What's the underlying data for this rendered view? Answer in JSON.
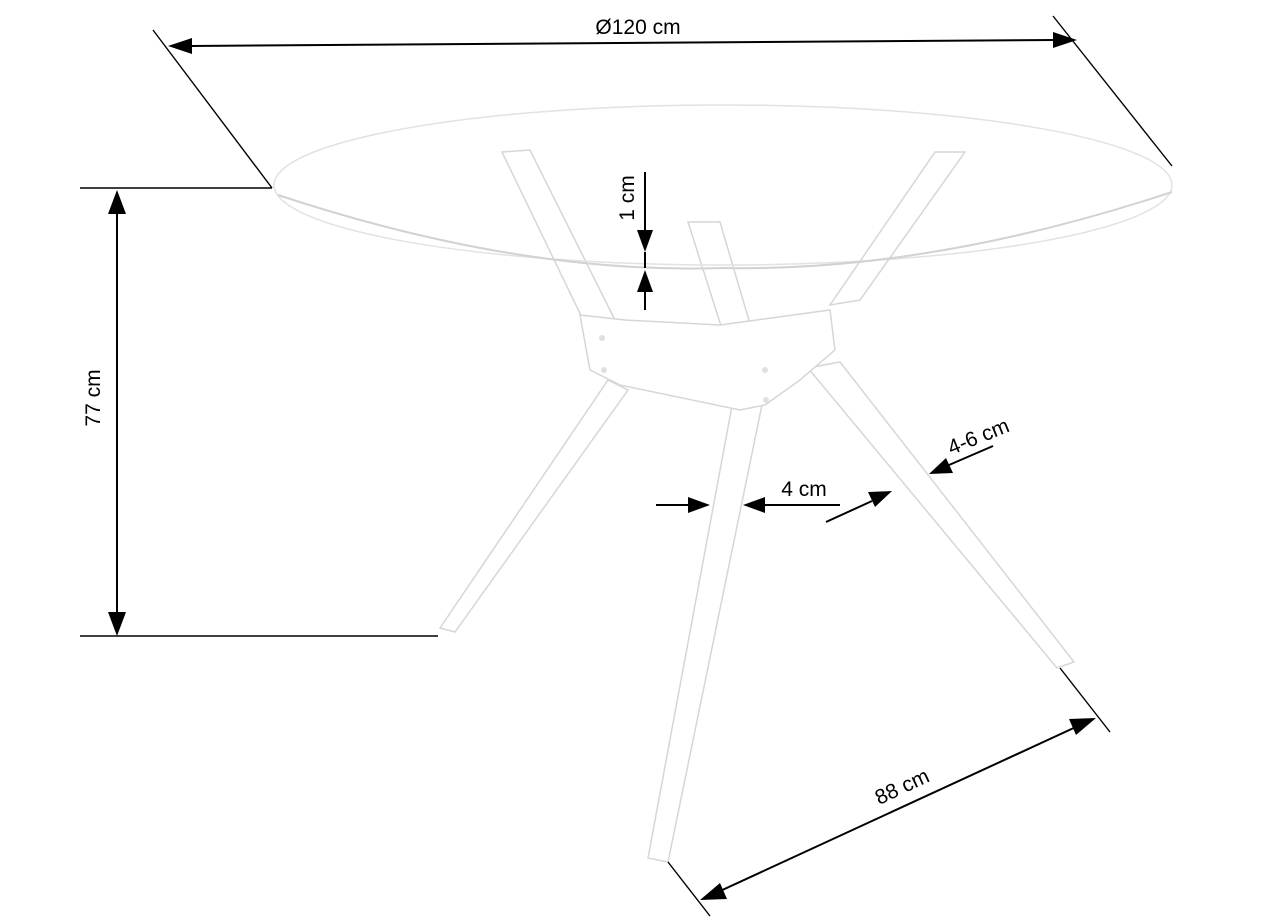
{
  "dimensions": {
    "diameter": "Ø120 cm",
    "height": "77 cm",
    "top_thickness": "1 cm",
    "leg_width": "4 cm",
    "leg_taper": "4-6 cm",
    "leg_length": "88 cm"
  }
}
